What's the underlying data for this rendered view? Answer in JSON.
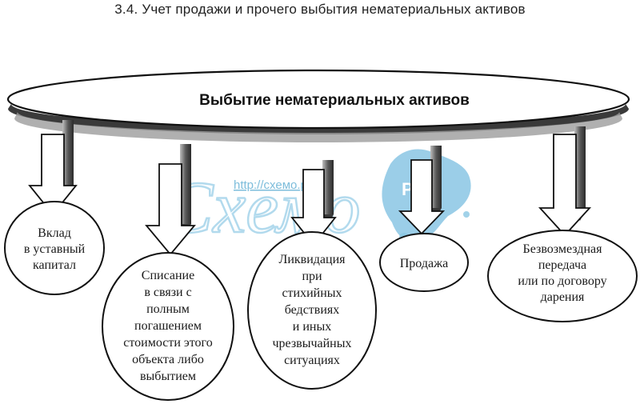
{
  "heading": "3.4. Учет продажи и прочего выбытия нематериальных активов",
  "main": "Выбытие нематериальных активов",
  "nodes": [
    {
      "lines": [
        "Вклад",
        "в уставный",
        "капитал"
      ]
    },
    {
      "lines": [
        "Списание",
        "в связи с",
        "полным",
        "погашением",
        "стоимости этого",
        "объекта либо",
        "выбытием"
      ]
    },
    {
      "lines": [
        "Ликвидация",
        "при",
        "стихийных",
        "бедствиях",
        "и иных",
        "чрезвычайных",
        "ситуациях"
      ]
    },
    {
      "lines": [
        "Продажа"
      ]
    },
    {
      "lines": [
        "Безвозмездная",
        "передача",
        "или по договору",
        "дарения"
      ]
    }
  ],
  "watermark": {
    "url": "http://схемо.рф",
    "logo": "Схемо",
    "badge": "РФ",
    "color": "#7cc0e0"
  }
}
